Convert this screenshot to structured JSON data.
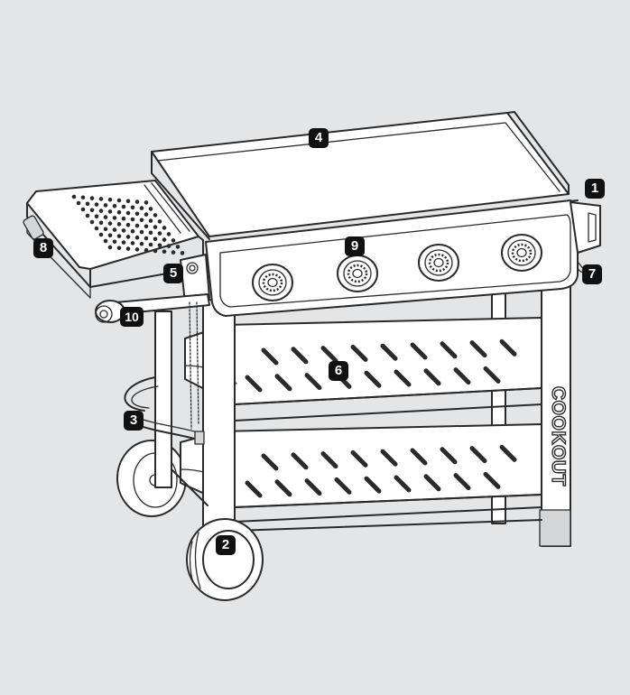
{
  "brand_text": "COOKOUT",
  "callouts": [
    {
      "id": "callout-1",
      "label": "1"
    },
    {
      "id": "callout-2",
      "label": "2"
    },
    {
      "id": "callout-3",
      "label": "3"
    },
    {
      "id": "callout-4",
      "label": "4"
    },
    {
      "id": "callout-5",
      "label": "5"
    },
    {
      "id": "callout-6",
      "label": "6"
    },
    {
      "id": "callout-7",
      "label": "7"
    },
    {
      "id": "callout-8",
      "label": "8"
    },
    {
      "id": "callout-9",
      "label": "9"
    },
    {
      "id": "callout-10",
      "label": "10"
    }
  ],
  "colors": {
    "background": "#e4e5e7",
    "line": "#2a2a2a",
    "fill": "#ffffff",
    "badge": "#111111"
  }
}
